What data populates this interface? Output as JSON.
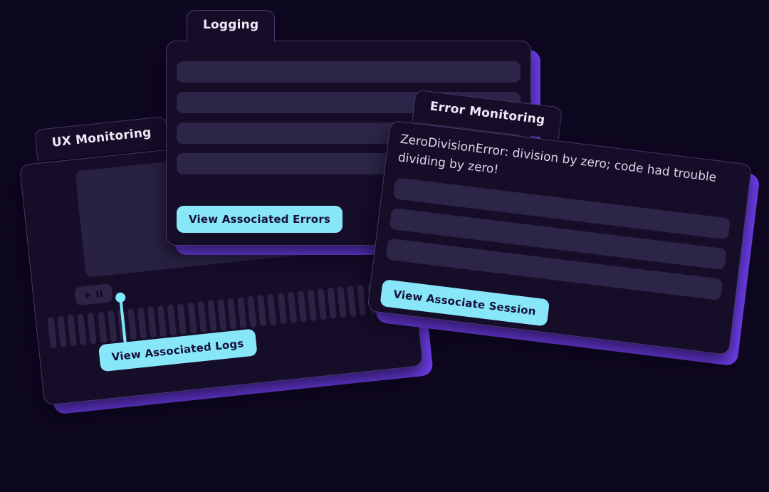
{
  "colors": {
    "bg": "#0e0720",
    "card": "#160d29",
    "card-border": "#46396a",
    "row": "#2d2547",
    "video": "#292142",
    "pill": "#2c2346",
    "tick": "#2b2344",
    "purple": "#7340f4",
    "cyan": "#87e7f9",
    "button-text": "#161038",
    "heading": "#edeaf6",
    "message": "#d9d6e6",
    "playhead": "#7fe9fb"
  },
  "cards": {
    "ux_monitoring": {
      "tab_label": "UX Monitoring",
      "button_label": "View Associated Logs",
      "player": {
        "play_icon": "play-icon",
        "pause_icon": "pause-icon"
      },
      "timeline": {
        "tick_count": 35,
        "playhead_position_pct": 20
      }
    },
    "logging": {
      "tab_label": "Logging",
      "skeleton_row_count": 4,
      "button_label": "View Associated Errors"
    },
    "error_monitoring": {
      "tab_label": "Error Monitoring",
      "message": "ZeroDivisionError: division by zero; code had trouble dividing by zero!",
      "skeleton_row_count": 3,
      "button_label": "View Associate Session"
    }
  }
}
